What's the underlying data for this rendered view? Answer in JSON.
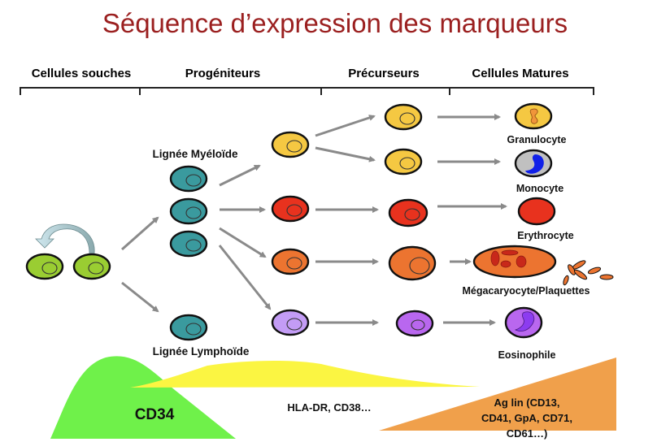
{
  "title": "Séquence d’expression des marqueurs",
  "stages": [
    {
      "label": "Cellules souches"
    },
    {
      "label": "Progéniteurs"
    },
    {
      "label": "Précurseurs"
    },
    {
      "label": "Cellules Matures"
    }
  ],
  "lineages": {
    "myeloid": "Lignée Myéloïde",
    "lymphoid": "Lignée Lymphoïde"
  },
  "mature_cells": [
    {
      "label": "Granulocyte",
      "color": "#f5c842"
    },
    {
      "label": "Monocyte",
      "color": "#c0c0c0"
    },
    {
      "label": "Erythrocyte",
      "color": "#e8321e"
    },
    {
      "label": "Mégacaryocyte/Plaquettes",
      "color": "#ec7430"
    },
    {
      "label": "Eosinophile",
      "color": "#b967ef"
    }
  ],
  "colors": {
    "stem": "#9acd32",
    "progenitor": "#3a9a9e",
    "granulo": "#f5c842",
    "erythro": "#e8321e",
    "mega": "#ec7430",
    "eosino_prog": "#c39cf5",
    "eosino": "#b967ef",
    "title": "#9b2020",
    "cd34_band": "#6ff14a",
    "hla_band": "#fbf542",
    "aglin_band": "#f0a04b"
  },
  "markers": {
    "cd34": "CD34",
    "hla": "HLA-DR, CD38…",
    "aglin_lines": [
      "Ag lin (CD13,",
      "CD41,  GpA, CD71,",
      "CD61…)"
    ]
  }
}
